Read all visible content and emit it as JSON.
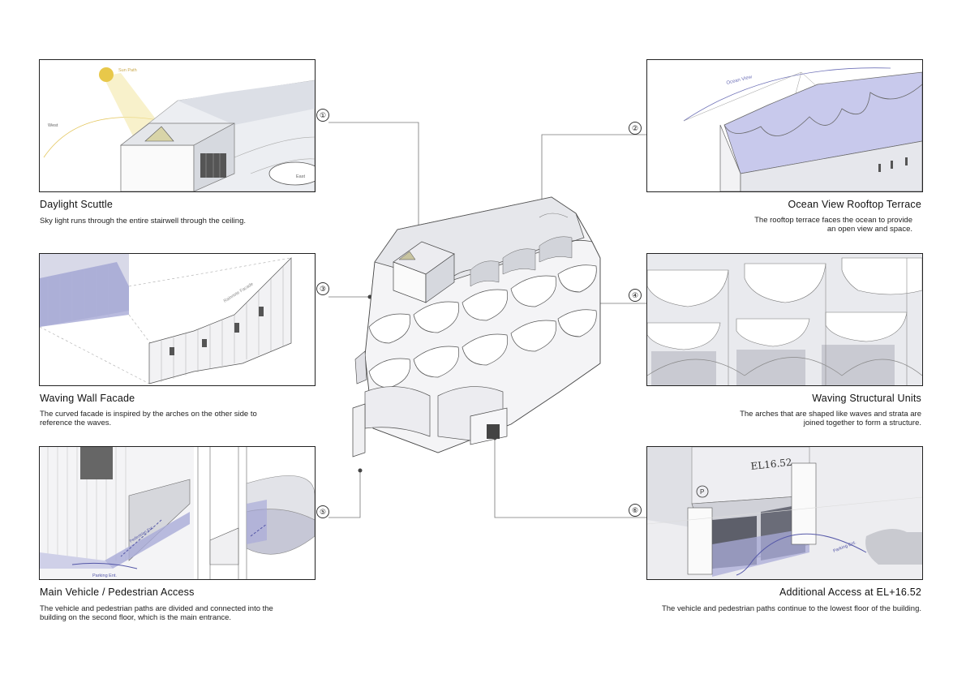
{
  "panels": [
    {
      "num": "①",
      "title": "Daylight Scuttle",
      "desc": [
        "Sky light runs through the entire stairwell through the ceiling."
      ],
      "labels": {
        "sun": "Sun Path",
        "west": "West",
        "east": "East"
      }
    },
    {
      "num": "②",
      "title": "Ocean View Rooftop Terrace",
      "desc": [
        "The rooftop terrace faces the ocean to provide",
        "an open view and space."
      ],
      "labels": {
        "ocean": "Ocean View"
      }
    },
    {
      "num": "③",
      "title": "Waving Wall Facade",
      "desc": [
        "The curved facade is inspired by the arches on the other side to",
        "reference the waves."
      ],
      "labels": {
        "facade": "Rainnote Facade"
      }
    },
    {
      "num": "④",
      "title": "Waving Structural Units",
      "desc": [
        "The arches that are shaped like waves and strata are",
        "joined together to form a structure."
      ]
    },
    {
      "num": "⑤",
      "title": "Main Vehicle / Pedestrian Access",
      "desc": [
        "The vehicle and pedestrian paths are divided and connected into the",
        "building on the second floor, which is the main entrance."
      ],
      "labels": {
        "parking": "Parking Ent.",
        "pedestrian": "Pedestrian Ent."
      }
    },
    {
      "num": "⑥",
      "title": "Additional Access at EL+16.52",
      "desc": [
        "The vehicle and pedestrian paths continue to the lowest floor of the building."
      ],
      "labels": {
        "el": "EL16.52",
        "parking": "Parking Ent.",
        "p": "P"
      }
    }
  ],
  "colors": {
    "accent_purple": "#8c8fd0",
    "accent_yellow": "#e8c84a",
    "line": "#333333"
  }
}
